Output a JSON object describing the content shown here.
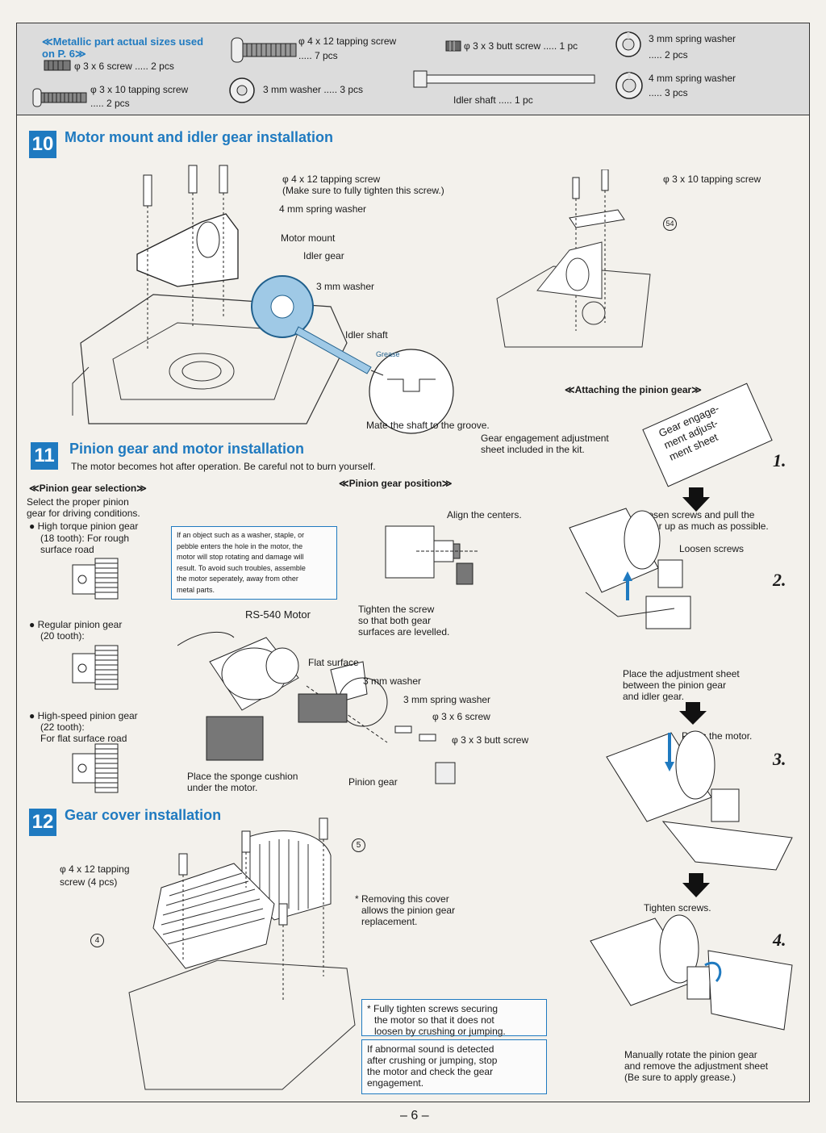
{
  "parts": {
    "metal_note_1": "≪Metallic part actual sizes used",
    "metal_note_2": "on P. 6≫",
    "p1": "φ 3 x 6 screw ..... 2 pcs",
    "p2a": "φ 3 x 10 tapping screw",
    "p2b": "..... 2 pcs",
    "p3a": "φ 4 x 12 tapping screw",
    "p3b": "..... 7 pcs",
    "p4": "3 mm washer ..... 3 pcs",
    "p5": "φ 3 x 3 butt screw ..... 1 pc",
    "p6": "Idler shaft ..... 1 pc",
    "p7a": "3 mm spring washer",
    "p7b": "..... 2 pcs",
    "p8a": "4 mm spring washer",
    "p8b": "..... 3 pcs"
  },
  "s10": {
    "num": "10",
    "title": "Motor mount and  idler gear installation",
    "l1a": "φ 4 x 12 tapping screw",
    "l1b": "(Make sure to fully tighten this screw.)",
    "l2": "4 mm spring washer",
    "l3": "Motor mount",
    "l4": "Idler gear",
    "l5": "3 mm washer",
    "l6": "Idler shaft",
    "l7": "Mate the shaft to the groove.",
    "l8": "φ 3 x 10 tapping screw",
    "part54": "54",
    "grease": "Grease"
  },
  "s11": {
    "num": "11",
    "title": "Pinion gear and motor installation",
    "warning": "The motor becomes hot after operation. Be careful not to burn yourself.",
    "sel_head": "≪Pinion gear selection≫",
    "sel_text_1": "Select the proper pinion",
    "sel_text_2": "gear for driving conditions.",
    "g1a": "● High torque pinion gear",
    "g1b": "(18 tooth):  For rough",
    "g1c": "surface road",
    "g2a": "● Regular pinion gear",
    "g2b": "(20 tooth):",
    "g3a": "● High-speed pinion gear",
    "g3b": "(22 tooth):",
    "g3c": "For flat surface road",
    "caution_1": "If an object such as a washer, staple, or",
    "caution_2": "pebble enters the hole in the motor, the",
    "caution_3": "motor will stop rotating and damage will",
    "caution_4": "result.  To avoid such troubles, assemble",
    "caution_5": "the motor seperately, away from other",
    "caution_6": "metal parts.",
    "pos_head": "≪Pinion gear position≫",
    "align": "Align the centers.",
    "tighten_1": "Tighten the screw",
    "tighten_2": "so that both gear",
    "tighten_3": "surfaces are levelled.",
    "motor": "RS-540 Motor",
    "flat": "Flat surface",
    "washer": "3 mm washer",
    "spring": "3 mm spring washer",
    "screw6": "φ 3 x 6 screw",
    "butt": "φ 3 x 3 butt screw",
    "pinion": "Pinion gear",
    "sponge_1": "Place the sponge cushion",
    "sponge_2": "under the motor."
  },
  "right": {
    "attach_head": "≪Attaching the pinion gear≫",
    "sheet_1": "Gear engagement adjustment",
    "sheet_2": "sheet included in the kit.",
    "sheet_card_1": "Gear engage-",
    "sheet_card_2": "ment adjust-",
    "sheet_card_3": "ment sheet",
    "n1": "1.",
    "loosen_1": "Loosen screws and pull the",
    "loosen_2": "motor up as much as possible.",
    "loosen_screws": "Loosen screws",
    "n2": "2.",
    "place_1": "Place the adjustment sheet",
    "place_2": "between the pinion gear",
    "place_3": "and idler gear.",
    "press": "Press the motor.",
    "n3": "3.",
    "tighten": "Tighten screws.",
    "n4": "4.",
    "rotate_1": "Manually rotate the pinion gear",
    "rotate_2": "and remove the adjustment sheet",
    "rotate_3": "(Be sure to apply grease.)"
  },
  "s12": {
    "num": "12",
    "title": "Gear cover installation",
    "screw_1": "φ 4 x 12 tapping",
    "screw_2": "screw (4 pcs)",
    "part4": "4",
    "part5": "5",
    "remove_1": "* Removing this cover",
    "remove_2": "allows the pinion gear",
    "remove_3": "replacement.",
    "note_a1": "* Fully tighten screws securing",
    "note_a2": "the motor so that it does not",
    "note_a3": "loosen by crushing or jumping.",
    "note_b1": "If abnormal sound is detected",
    "note_b2": "after crushing or jumping, stop",
    "note_b3": "the motor and check the gear",
    "note_b4": "engagement."
  },
  "footer": {
    "page": "– 6 –"
  },
  "colors": {
    "accent": "#1f7ac0",
    "parts_bg": "#dcdcdc"
  }
}
